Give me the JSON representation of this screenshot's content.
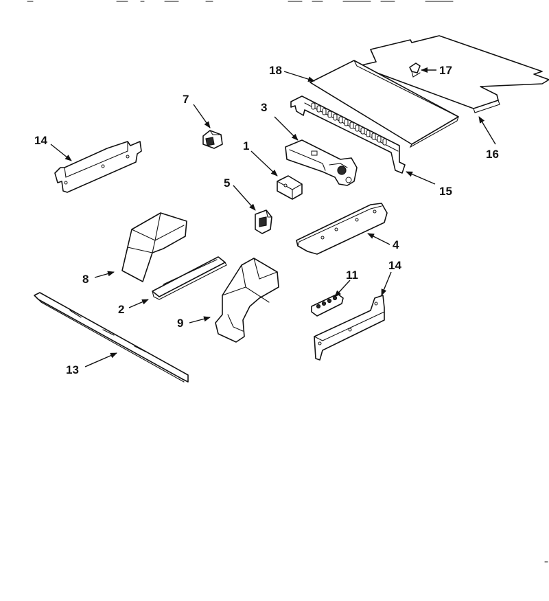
{
  "diagram": {
    "callouts": {
      "c1": "1",
      "c2": "2",
      "c3": "3",
      "c4": "4",
      "c5": "5",
      "c7": "7",
      "c8": "8",
      "c9": "9",
      "c11": "11",
      "c13": "13",
      "c14_left": "14",
      "c14_right": "14",
      "c15": "15",
      "c16": "16",
      "c17": "17",
      "c18": "18"
    }
  }
}
